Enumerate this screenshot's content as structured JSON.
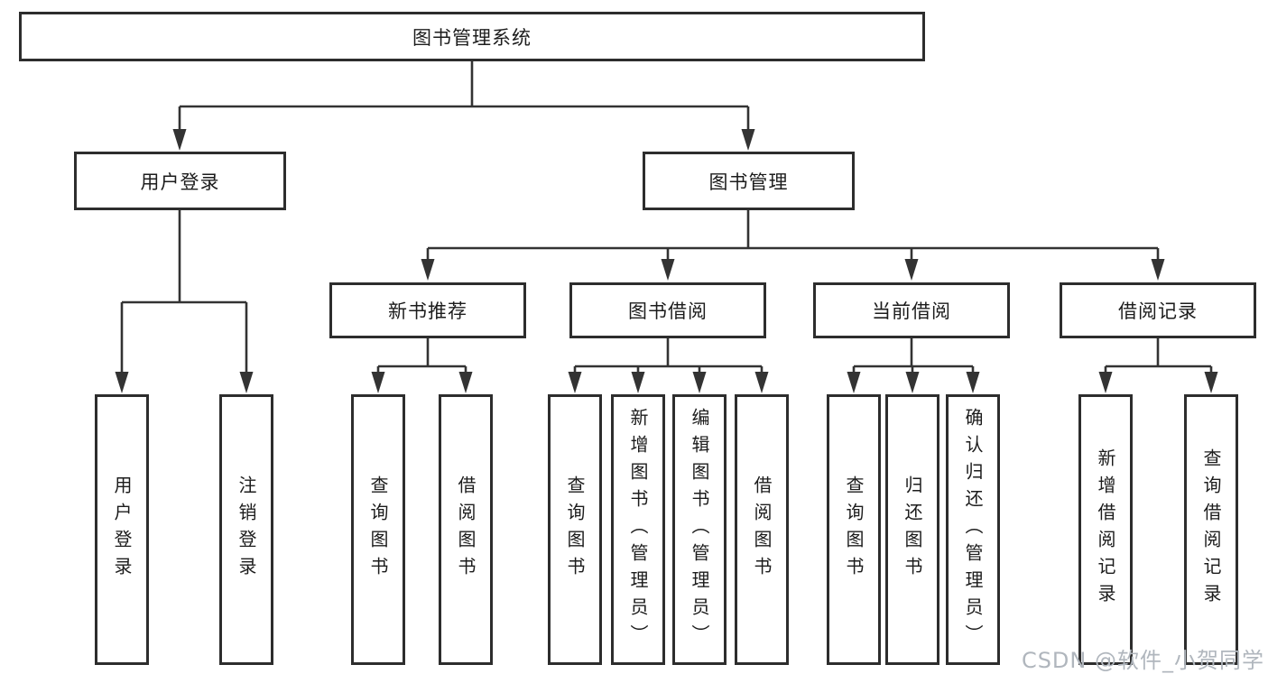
{
  "root": {
    "label": "图书管理系统"
  },
  "branches": [
    {
      "label": "用户登录",
      "children": [
        {
          "label": "用户登录"
        },
        {
          "label": "注销登录"
        }
      ]
    },
    {
      "label": "图书管理",
      "children": [
        {
          "label": "新书推荐",
          "children": [
            {
              "label": "查询图书"
            },
            {
              "label": "借阅图书"
            }
          ]
        },
        {
          "label": "图书借阅",
          "children": [
            {
              "label": "查询图书"
            },
            {
              "label": "新增图书（管理员）"
            },
            {
              "label": "编辑图书（管理员）"
            },
            {
              "label": "借阅图书"
            }
          ]
        },
        {
          "label": "当前借阅",
          "children": [
            {
              "label": "查询图书"
            },
            {
              "label": "归还图书"
            },
            {
              "label": "确认归还（管理员）"
            }
          ]
        },
        {
          "label": "借阅记录",
          "children": [
            {
              "label": "新增借阅记录"
            },
            {
              "label": "查询借阅记录"
            }
          ]
        }
      ]
    }
  ],
  "watermark": {
    "text": "CSDN @软件_小贺同学"
  },
  "colors": {
    "line": "#333333",
    "border": "#2d2d2d",
    "text": "#1c1c1c",
    "background": "#ffffff",
    "watermark": "#b0b6bd"
  }
}
